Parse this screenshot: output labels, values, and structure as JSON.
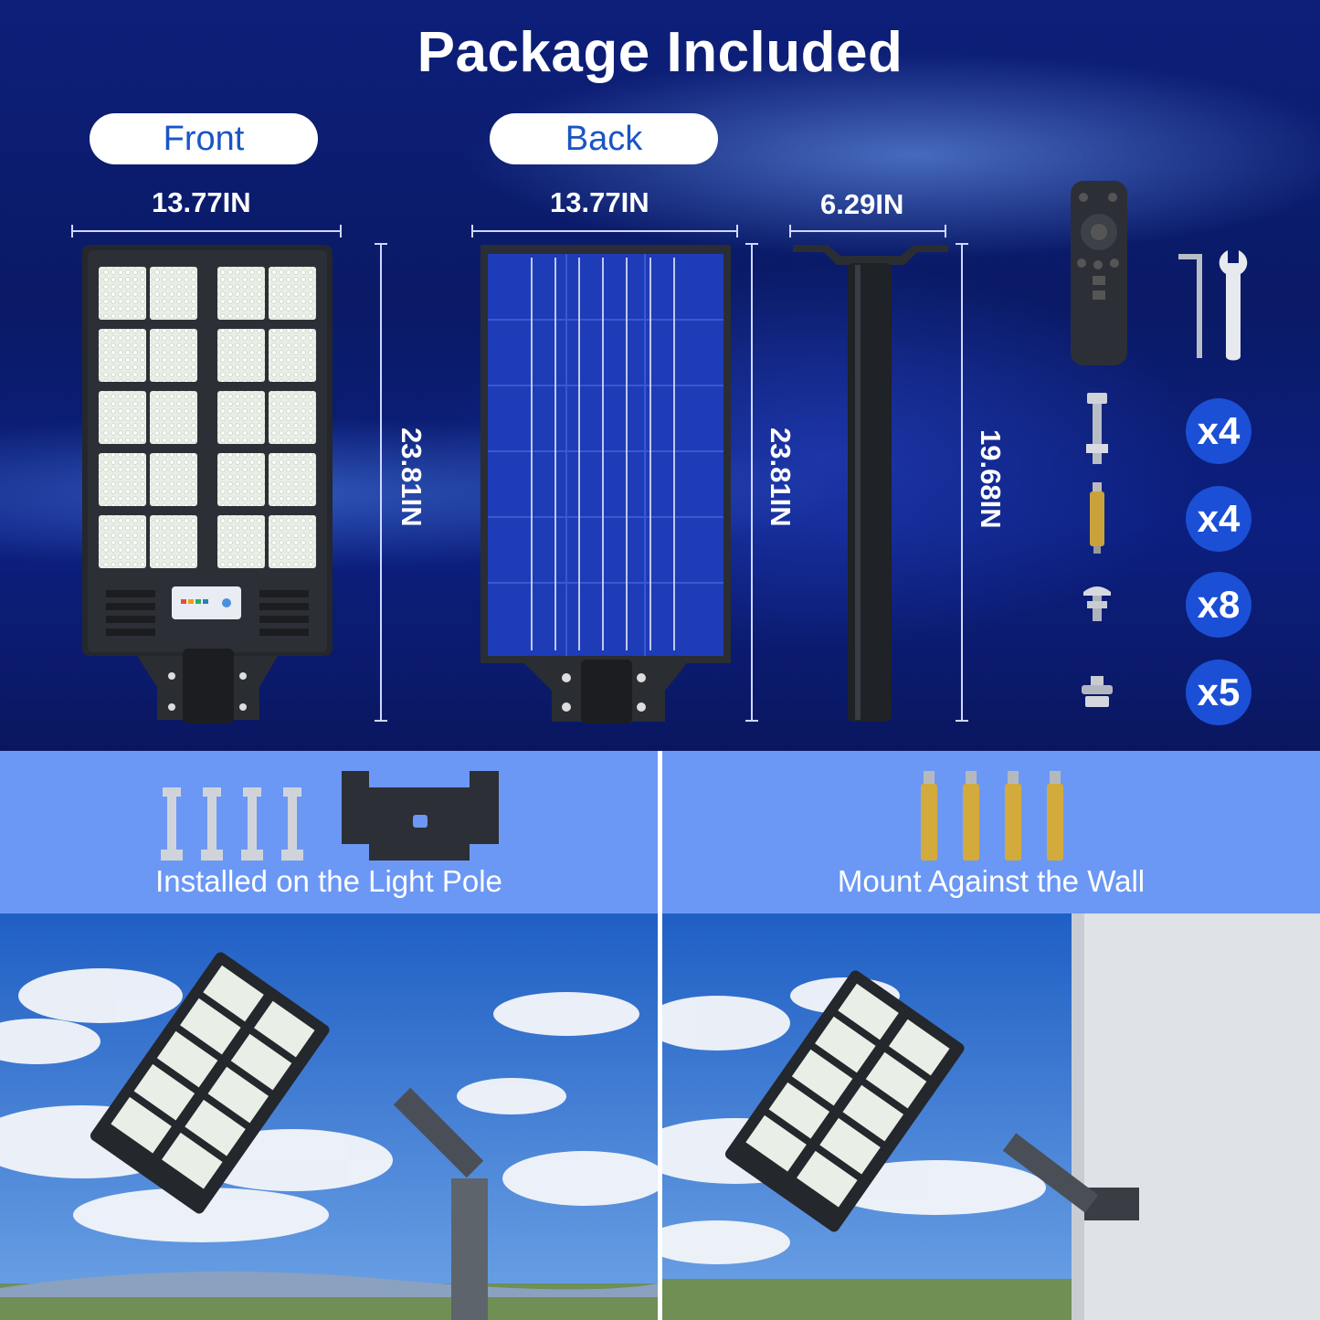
{
  "title": "Package Included",
  "front_label": "Front",
  "back_label": "Back",
  "dimensions": {
    "front_width": "13.77IN",
    "front_height": "23.81IN",
    "back_width": "13.77IN",
    "back_height": "23.81IN",
    "pole_width": "6.29IN",
    "pole_height": "19.68IN"
  },
  "quantities": [
    "x4",
    "x4",
    "x8",
    "x5"
  ],
  "pole_caption": "Installed on the Light Pole",
  "wall_caption": "Mount Against the Wall",
  "colors": {
    "accent_blue": "#1b4fd6",
    "panel_blue": "#6c98f5",
    "pill_text": "#1a55c4"
  }
}
